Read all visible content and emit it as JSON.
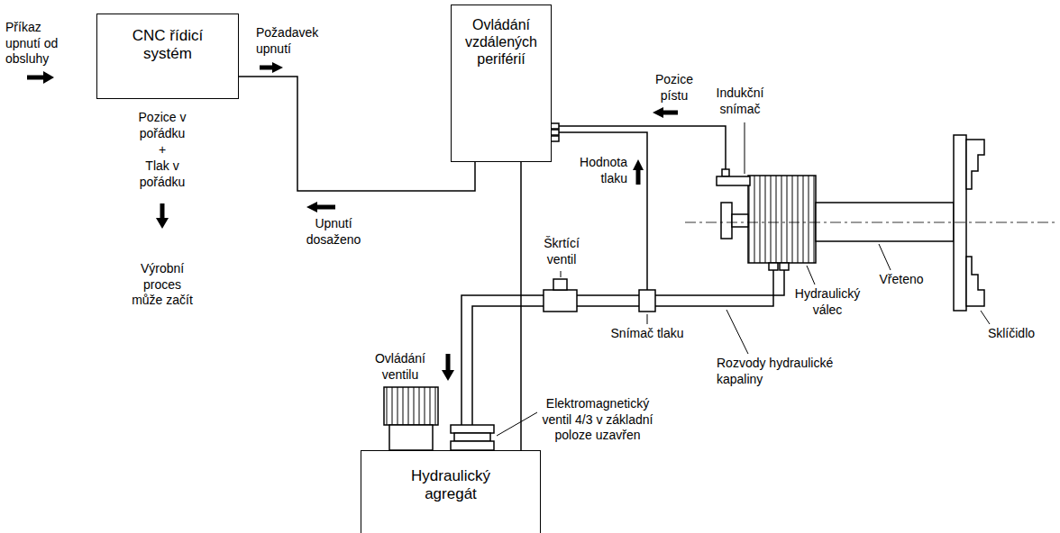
{
  "diagram": {
    "nodes": [
      {
        "text": [
          "CNC řídicí systém"
        ]
      },
      {
        "text": [
          "Ovládání vzdálených periférií"
        ]
      },
      {
        "text": [
          "Hydraulický agregát"
        ]
      }
    ],
    "edges": [
      {
        "from": 0,
        "to": 1,
        "arrow": "none"
      },
      {
        "from": 1,
        "to": 2,
        "arrow": "none"
      }
    ],
    "labels": [
      "Příkaz upnutí od obsluhy",
      "Požadavek upnutí",
      "Pozice v pořádku",
      "+",
      "Tlak v pořádku",
      "Výrobní proces může začít",
      "Upnutí dosaženo",
      "Ovládání ventilu",
      "Hodnota tlaku",
      "Pozice pístu",
      "Indukční snímač",
      "Škrtící ventil",
      "Snímač tlaku",
      "Hydraulický válec",
      "Vřeteno",
      "Sklíčidlo",
      "Rozvody hydraulické kapaliny",
      "Elektromagnetický ventil 4/3 v základní poloze uzavřen"
    ]
  }
}
